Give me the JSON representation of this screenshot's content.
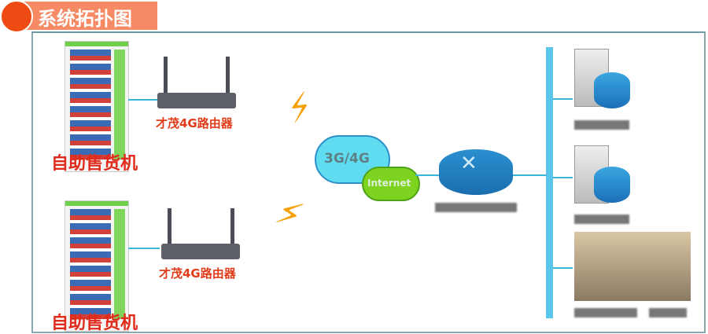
{
  "title": "系统拓扑图",
  "vending_label": "自助售货机",
  "router_label": "才茂4G路由器",
  "cloud_3g4g": "3G/4G",
  "cloud_internet": "Internet",
  "colors": {
    "accent": "#f58a64",
    "dot": "#ee4a14",
    "label": "#e23b1a",
    "link": "#37b7dc"
  }
}
